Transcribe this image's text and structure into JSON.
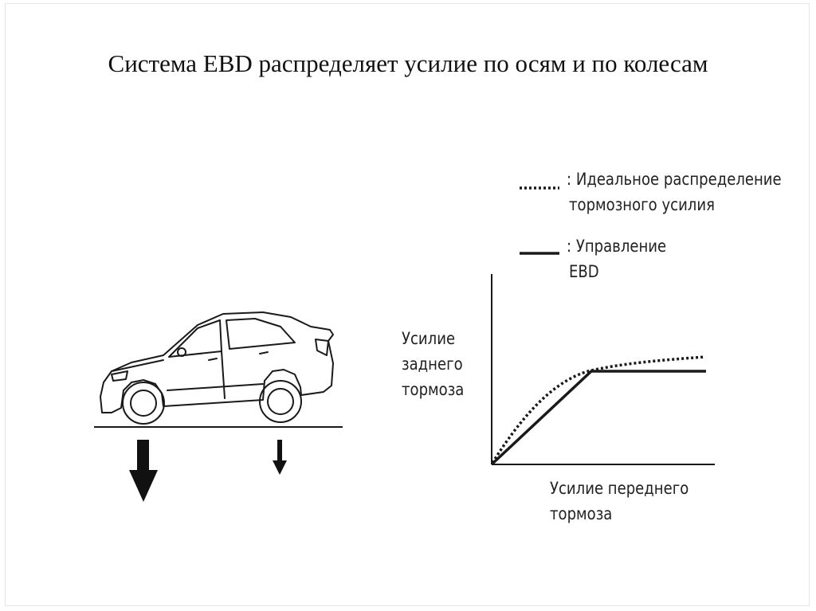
{
  "slide": {
    "title": "Система EBD распределяет усилие по осям и по колесам"
  },
  "legend": {
    "ideal_line1": ": Идеальное распределение",
    "ideal_line2": "тормозного усилия",
    "ebd_line1": ": Управление",
    "ebd_line2": "EBD"
  },
  "graph": {
    "y_label_line1": "Усилие",
    "y_label_line2": "заднего",
    "y_label_line3": "тормоза",
    "x_label_line1": "Усилие переднего",
    "x_label_line2": "тормоза"
  },
  "colors": {
    "line": "#1a1a1a",
    "text": "#222222"
  }
}
